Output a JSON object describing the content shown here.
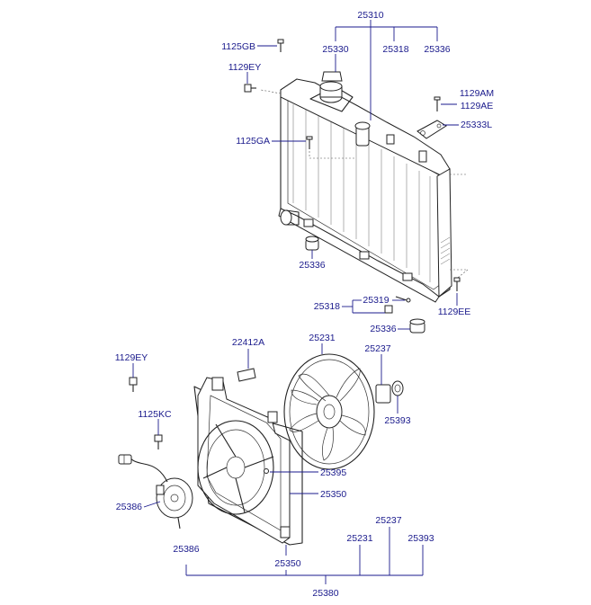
{
  "labels": {
    "l25310": "25310",
    "l1125GB": "1125GB",
    "l25330": "25330",
    "l25318_top": "25318",
    "l25336_top": "25336",
    "l1129EY_top": "1129EY",
    "l1129AM": "1129AM",
    "l1129AE": "1129AE",
    "l25333L": "25333L",
    "l1125GA": "1125GA",
    "l25336_mid": "25336",
    "l25319": "25319",
    "l25318_mid": "25318",
    "l1129EE": "1129EE",
    "l25336_low": "25336",
    "l22412A": "22412A",
    "l25231_top": "25231",
    "l25237_top": "25237",
    "l1129EY_low": "1129EY",
    "l25393_top": "25393",
    "l1125KC": "1125KC",
    "l25395": "25395",
    "l25386_left": "25386",
    "l25350_right": "25350",
    "l25237_bot": "25237",
    "l25231_bot": "25231",
    "l25393_bot": "25393",
    "l25386_bot": "25386",
    "l25350_bot": "25350",
    "l25380": "25380"
  },
  "colors": {
    "label": "#1a1a8c",
    "line_art": "#222222"
  }
}
